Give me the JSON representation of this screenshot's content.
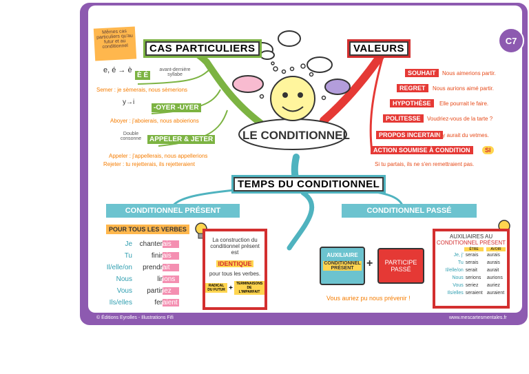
{
  "header": {
    "corner_title": "Le conditionnel",
    "badge": "C7"
  },
  "center": {
    "title": "LE CONDITIONNEL"
  },
  "cas": {
    "title": "CAS PARTICULIERS",
    "sticky": "Mêmes cas particuliers qu'au futur et au conditionnel",
    "rule1_letters": "e, é → è",
    "rule1_box": "È É",
    "rule1_note": "avant-dernière syllabe",
    "rule1_example": "Semer : je sèmerais, nous sèmerions",
    "rule2_letters": "y→i",
    "rule2_box": "-OYER -UYER",
    "rule2_example": "Aboyer : j'aboierais, nous aboierions",
    "rule3_letters": "Double consonne",
    "rule3_box": "APPELER & JETER",
    "rule3_example1": "Appeler : j'appellerais, nous appellerions",
    "rule3_example2": "Rejeter : tu rejetterais, ils rejetteraient"
  },
  "valeurs": {
    "title": "VALEURS",
    "items": [
      {
        "label": "SOUHAIT",
        "text": "Nous aimerions partir."
      },
      {
        "label": "REGRET",
        "text": "Nous aurions aimé partir."
      },
      {
        "label": "HYPOTHÈSE",
        "text": "Elle pourrait le faire."
      },
      {
        "label": "POLITESSE",
        "text": "Voudriez-vous de la tarte ?"
      },
      {
        "label": "PROPOS INCERTAIN",
        "text": "Il y aurait du vetmes."
      },
      {
        "label": "ACTION SOUMISE À CONDITION",
        "text": "SI"
      }
    ],
    "condition_example": "Si tu partais, ils ne s'en remettraient pas."
  },
  "temps": {
    "title": "TEMPS DU CONDITIONNEL",
    "present": {
      "title": "CONDITIONNEL PRÉSENT",
      "pill": "POUR TOUS LES VERBES",
      "rows": [
        {
          "pronoun": "Je",
          "stem": "chanter",
          "ending": "ais"
        },
        {
          "pronoun": "Tu",
          "stem": "finir",
          "ending": "ais"
        },
        {
          "pronoun": "Il/elle/on",
          "stem": "prendr",
          "ending": "ait"
        },
        {
          "pronoun": "Nous",
          "stem": "lir",
          "ending": "ions"
        },
        {
          "pronoun": "Vous",
          "stem": "partir",
          "ending": "iez"
        },
        {
          "pronoun": "Ils/elles",
          "stem": "fer",
          "ending": "aient"
        }
      ],
      "box_text1": "La construction du conditionnel présent est",
      "box_highlight": "IDENTIQUE",
      "box_text2": "pour tous les verbes.",
      "formula_left": "RADICAL DU FUTUR",
      "formula_right": "TERMINAISONS DE L'IMPARFAIT"
    },
    "passe": {
      "title": "CONDITIONNEL PASSÉ",
      "puzzle1_title": "AUXILIAIRE",
      "puzzle1_sub": "CONDITIONNEL PRÉSENT",
      "puzzle2": "PARTICIPE PASSÉ",
      "example": "Vous auriez pu nous prévenir !",
      "aux_title1": "AUXILIAIRES AU",
      "aux_title2": "CONDITIONNEL PRÉSENT",
      "col1": "ÊTRE",
      "col2": "AVOIR",
      "rows": [
        {
          "p": "Je, j'",
          "e": "serais",
          "a": "aurais"
        },
        {
          "p": "Tu",
          "e": "serais",
          "a": "aurais"
        },
        {
          "p": "Il/elle/on",
          "e": "serait",
          "a": "aurait"
        },
        {
          "p": "Nous",
          "e": "serions",
          "a": "aurions"
        },
        {
          "p": "Vous",
          "e": "seriez",
          "a": "auriez"
        },
        {
          "p": "Ils/elles",
          "e": "seraient",
          "a": "auraient"
        }
      ]
    }
  },
  "footer": {
    "left": "© Éditions Eyrolles - Illustrations Fifi",
    "right": "www.mescartesmentales.fr"
  }
}
